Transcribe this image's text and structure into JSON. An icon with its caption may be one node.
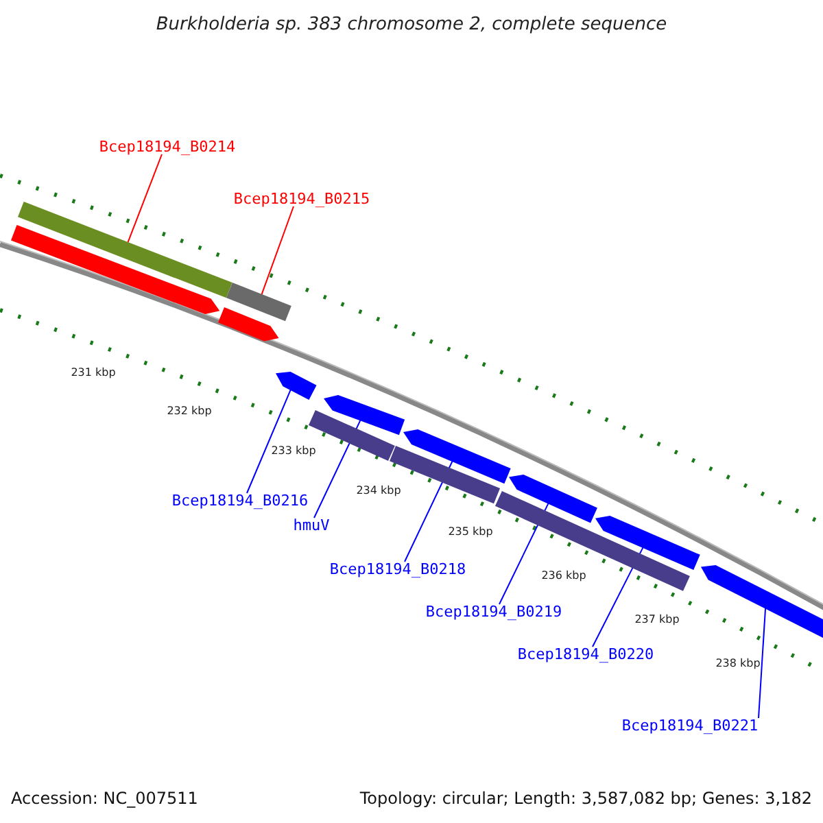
{
  "diagram": {
    "title": "Burkholderia sp. 383 chromosome 2, complete sequence",
    "nodes": [
      {
        "text": [
          "Bcep18194_B0214"
        ]
      },
      {
        "text": [
          "Bcep18194_B0215"
        ]
      },
      {
        "text": [],
        "shape": "bar"
      },
      {
        "text": [],
        "shape": "arrow"
      },
      {
        "text": [],
        "shape": "bar"
      },
      {
        "text": [],
        "shape": "arrow"
      },
      {
        "text": [],
        "shape": "arrow"
      },
      {
        "text": [],
        "shape": "arrow"
      },
      {
        "text": [],
        "shape": "arrow"
      },
      {
        "text": [],
        "shape": "arrow"
      },
      {
        "text": [],
        "shape": "arrow"
      },
      {
        "text": [],
        "shape": "arrow"
      },
      {
        "text": [],
        "shape": "bar"
      },
      {
        "text": [],
        "shape": "bar"
      },
      {
        "text": [],
        "shape": "bar"
      },
      {
        "text": [
          "Bcep18194_B0216"
        ]
      },
      {
        "text": [
          "hmuV"
        ]
      },
      {
        "text": [
          "Bcep18194_B0218"
        ]
      },
      {
        "text": [
          "Bcep18194_B0219"
        ]
      },
      {
        "text": [
          "Bcep18194_B0220"
        ]
      },
      {
        "text": [
          "Bcep18194_B0221"
        ]
      }
    ],
    "edges": [
      {
        "from": 0,
        "to": 2,
        "arrow": "none",
        "color": "#ff0000"
      },
      {
        "from": 1,
        "to": 4,
        "arrow": "none",
        "color": "#ff0000"
      },
      {
        "from": 15,
        "to": 6,
        "arrow": "none"
      },
      {
        "from": 16,
        "to": 7,
        "arrow": "none"
      },
      {
        "from": 17,
        "to": 8,
        "arrow": "none"
      },
      {
        "from": 18,
        "to": 9,
        "arrow": "none"
      },
      {
        "from": 19,
        "to": 10,
        "arrow": "none"
      },
      {
        "from": 20,
        "to": 11,
        "arrow": "none"
      }
    ],
    "labels": [
      "231 kbp",
      "232 kbp",
      "233 kbp",
      "234 kbp",
      "235 kbp",
      "236 kbp",
      "237 kbp",
      "238 kbp",
      "Accession: NC_007511",
      "Topology: circular; Length: 3,587,082 bp; Genes: 3,182"
    ]
  }
}
